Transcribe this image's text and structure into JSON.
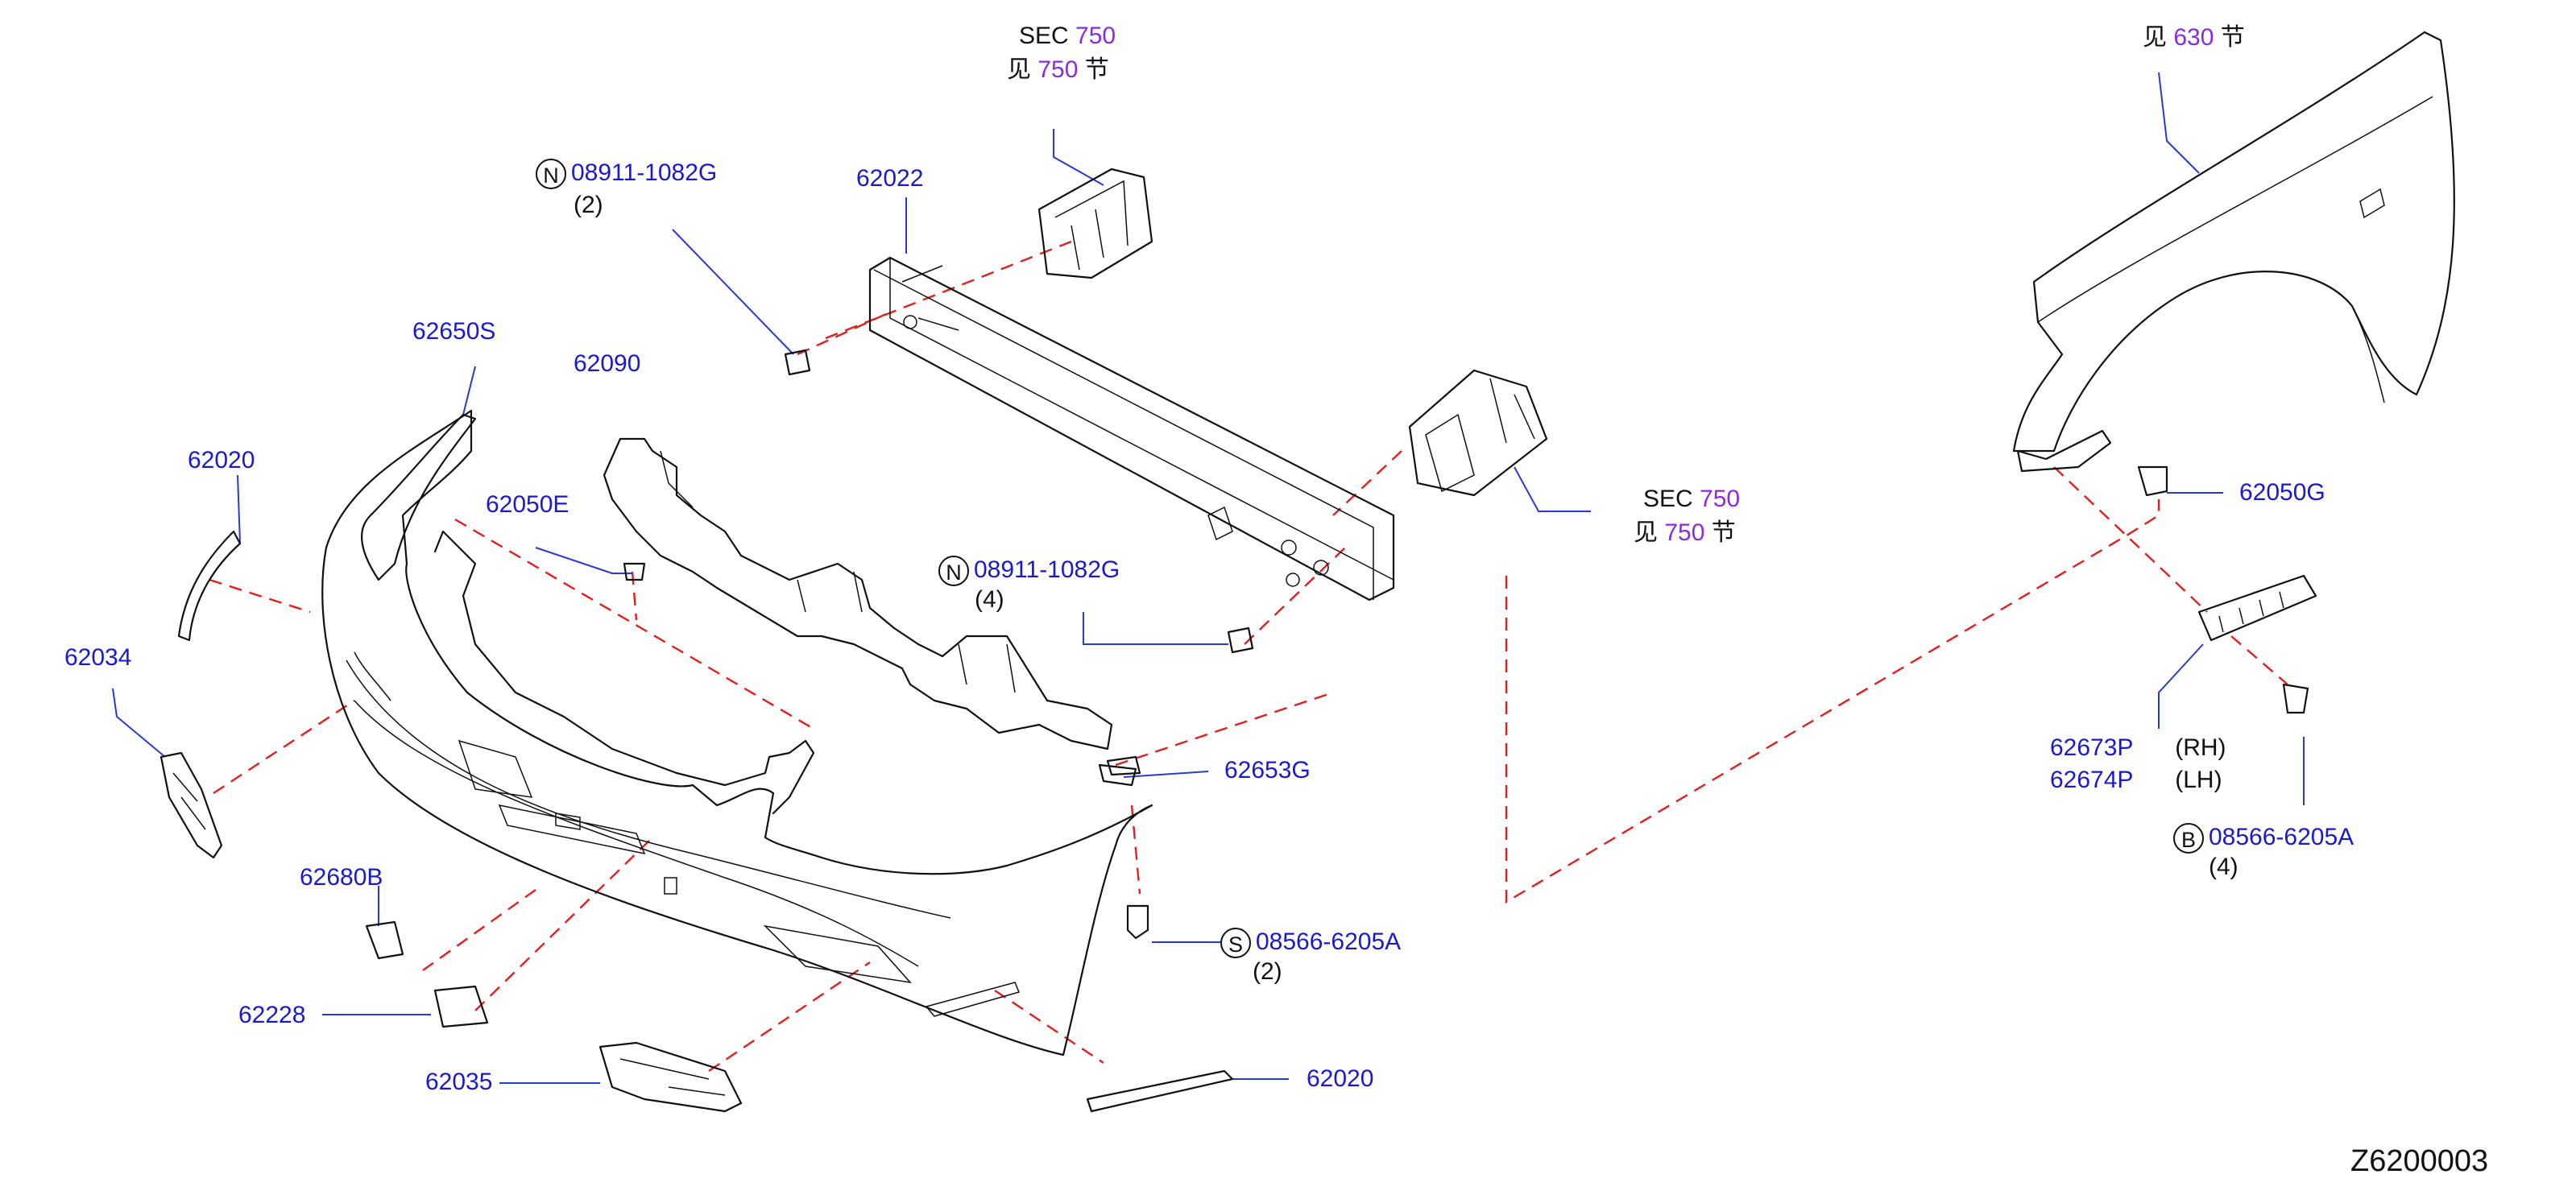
{
  "diagram_id": "Z6200003",
  "colors": {
    "part_number": "#1a1acc",
    "section_reference": "#8a2be2",
    "leader_line": "#2a3ad0",
    "assembly_dash": "#e02020",
    "outline": "#111111"
  },
  "callouts": {
    "p08911_top": {
      "prefix": "N",
      "number": "08911-1082G",
      "qty": "(2)"
    },
    "p62022": {
      "number": "62022"
    },
    "sec750_top": {
      "sec": "SEC",
      "num": "750",
      "cn_pre": "见",
      "cn_num": "750",
      "cn_post": "节"
    },
    "sec750_mid": {
      "sec": "SEC",
      "num": "750",
      "cn_pre": "见",
      "cn_num": "750",
      "cn_post": "节"
    },
    "ref630": {
      "cn_pre": "见",
      "cn_num": "630",
      "cn_post": "节"
    },
    "p62650S": {
      "number": "62650S"
    },
    "p62090": {
      "number": "62090"
    },
    "p62020_left": {
      "number": "62020"
    },
    "p62050E": {
      "number": "62050E"
    },
    "p08911_mid": {
      "prefix": "N",
      "number": "08911-1082G",
      "qty": "(4)"
    },
    "p62034": {
      "number": "62034"
    },
    "p62653G": {
      "number": "62653G"
    },
    "p62680B": {
      "number": "62680B"
    },
    "p08566_S": {
      "prefix": "S",
      "number": "08566-6205A",
      "qty": "(2)"
    },
    "p62228": {
      "number": "62228"
    },
    "p62035": {
      "number": "62035"
    },
    "p62020_bottom": {
      "number": "62020"
    },
    "p62050G": {
      "number": "62050G"
    },
    "p62673P": {
      "number": "62673P",
      "side": "(RH)"
    },
    "p62674P": {
      "number": "62674P",
      "side": "(LH)"
    },
    "p08566_B": {
      "prefix": "B",
      "number": "08566-6205A",
      "qty": "(4)"
    }
  }
}
